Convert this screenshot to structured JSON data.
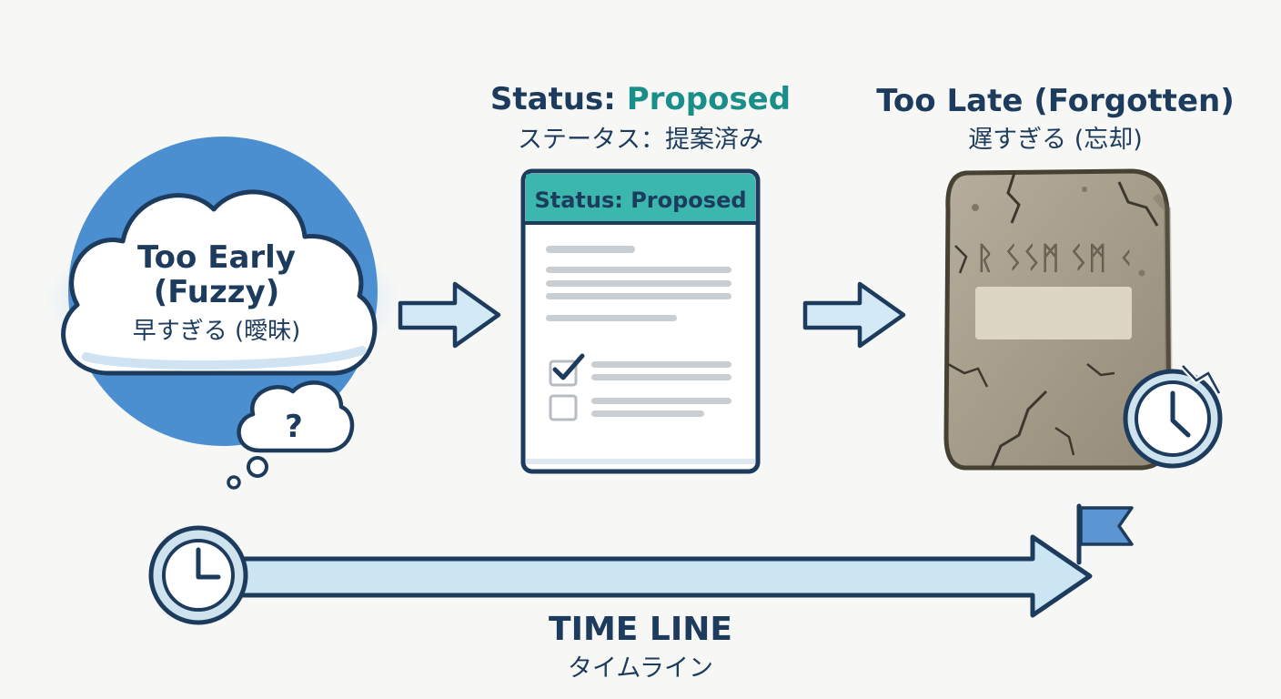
{
  "stages": {
    "early": {
      "title_line1": "Too Early",
      "title_line2": "(Fuzzy)",
      "subtitle_jp": "早すぎる (曖昧)",
      "thought_symbol": "?",
      "icon": "cloud-icon"
    },
    "proposed": {
      "heading_prefix": "Status: ",
      "heading_value": "Proposed",
      "heading_jp": "ステータス：提案済み",
      "card_header": "Status: Proposed",
      "icon": "document-icon"
    },
    "late": {
      "title": "Too Late (Forgotten)",
      "subtitle_jp": "遅すぎる (忘却)",
      "tablet_glyphs": "ᚱ ᛊᛊᛗ ᛊᛗ ᚲ",
      "icon": "stone-tablet-icon"
    }
  },
  "timeline": {
    "label": "TIME LINE",
    "label_jp": "タイムライン",
    "start_icon": "clock-icon",
    "end_icon": "flag-icon"
  },
  "colors": {
    "navy": "#1d3b5c",
    "teal": "#1a8f8a",
    "teal_band": "#3bb7ad",
    "light_blue": "#cfe7f3",
    "cloud_blue": "#4c8fd0",
    "stone": "#a99f8e",
    "flag_blue": "#5b96d2"
  }
}
